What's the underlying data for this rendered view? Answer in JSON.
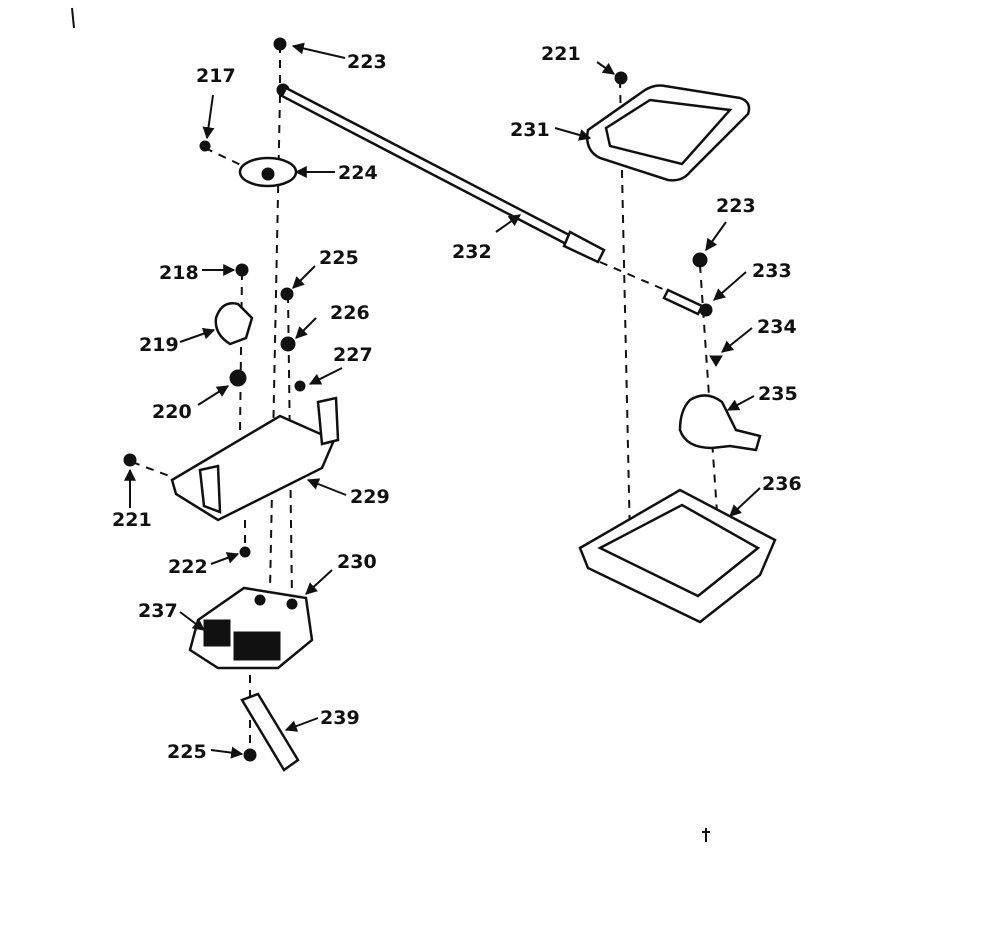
{
  "labels": {
    "p217": "217",
    "p218": "218",
    "p219": "219",
    "p220": "220",
    "p221a": "221",
    "p221b": "221",
    "p222": "222",
    "p223a": "223",
    "p223b": "223",
    "p224": "224",
    "p225a": "225",
    "p225b": "225",
    "p226": "226",
    "p227": "227",
    "p229": "229",
    "p230": "230",
    "p231": "231",
    "p232": "232",
    "p233": "233",
    "p234": "234",
    "p235": "235",
    "p236": "236",
    "p237": "237",
    "p239": "239"
  }
}
